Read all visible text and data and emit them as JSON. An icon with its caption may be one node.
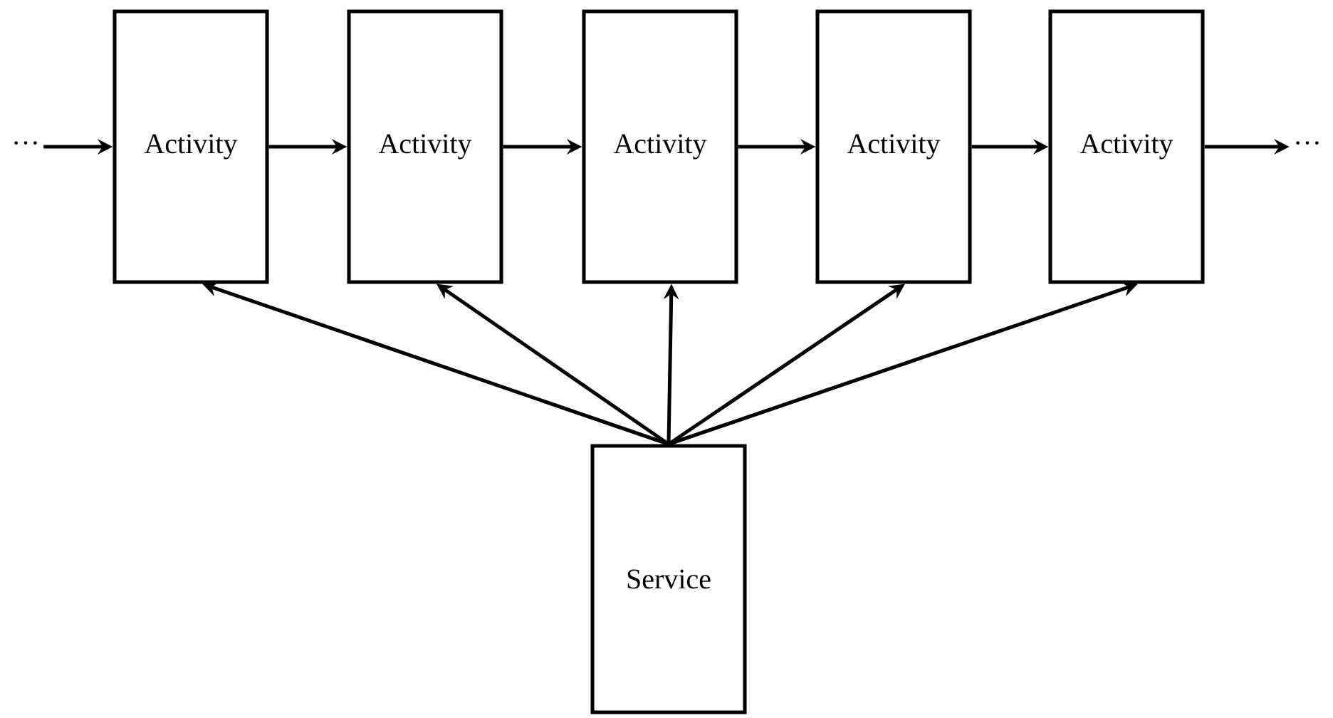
{
  "diagram": {
    "nodes": [
      {
        "text": [
          "···"
        ]
      },
      {
        "text": [
          "Activity"
        ]
      },
      {
        "text": [
          "Activity"
        ]
      },
      {
        "text": [
          "Activity"
        ]
      },
      {
        "text": [
          "Activity"
        ]
      },
      {
        "text": [
          "Activity"
        ]
      },
      {
        "text": [
          "···"
        ]
      },
      {
        "text": [
          "Service"
        ]
      }
    ],
    "edges": [
      {
        "from": 0,
        "to": 1,
        "arrow": "to"
      },
      {
        "from": 1,
        "to": 2,
        "arrow": "to"
      },
      {
        "from": 2,
        "to": 3,
        "arrow": "to"
      },
      {
        "from": 3,
        "to": 4,
        "arrow": "to"
      },
      {
        "from": 4,
        "to": 5,
        "arrow": "to"
      },
      {
        "from": 5,
        "to": 6,
        "arrow": "to"
      },
      {
        "from": 7,
        "to": 1,
        "arrow": "to"
      },
      {
        "from": 7,
        "to": 2,
        "arrow": "to"
      },
      {
        "from": 7,
        "to": 3,
        "arrow": "to"
      },
      {
        "from": 7,
        "to": 4,
        "arrow": "to"
      },
      {
        "from": 7,
        "to": 5,
        "arrow": "to"
      }
    ]
  }
}
